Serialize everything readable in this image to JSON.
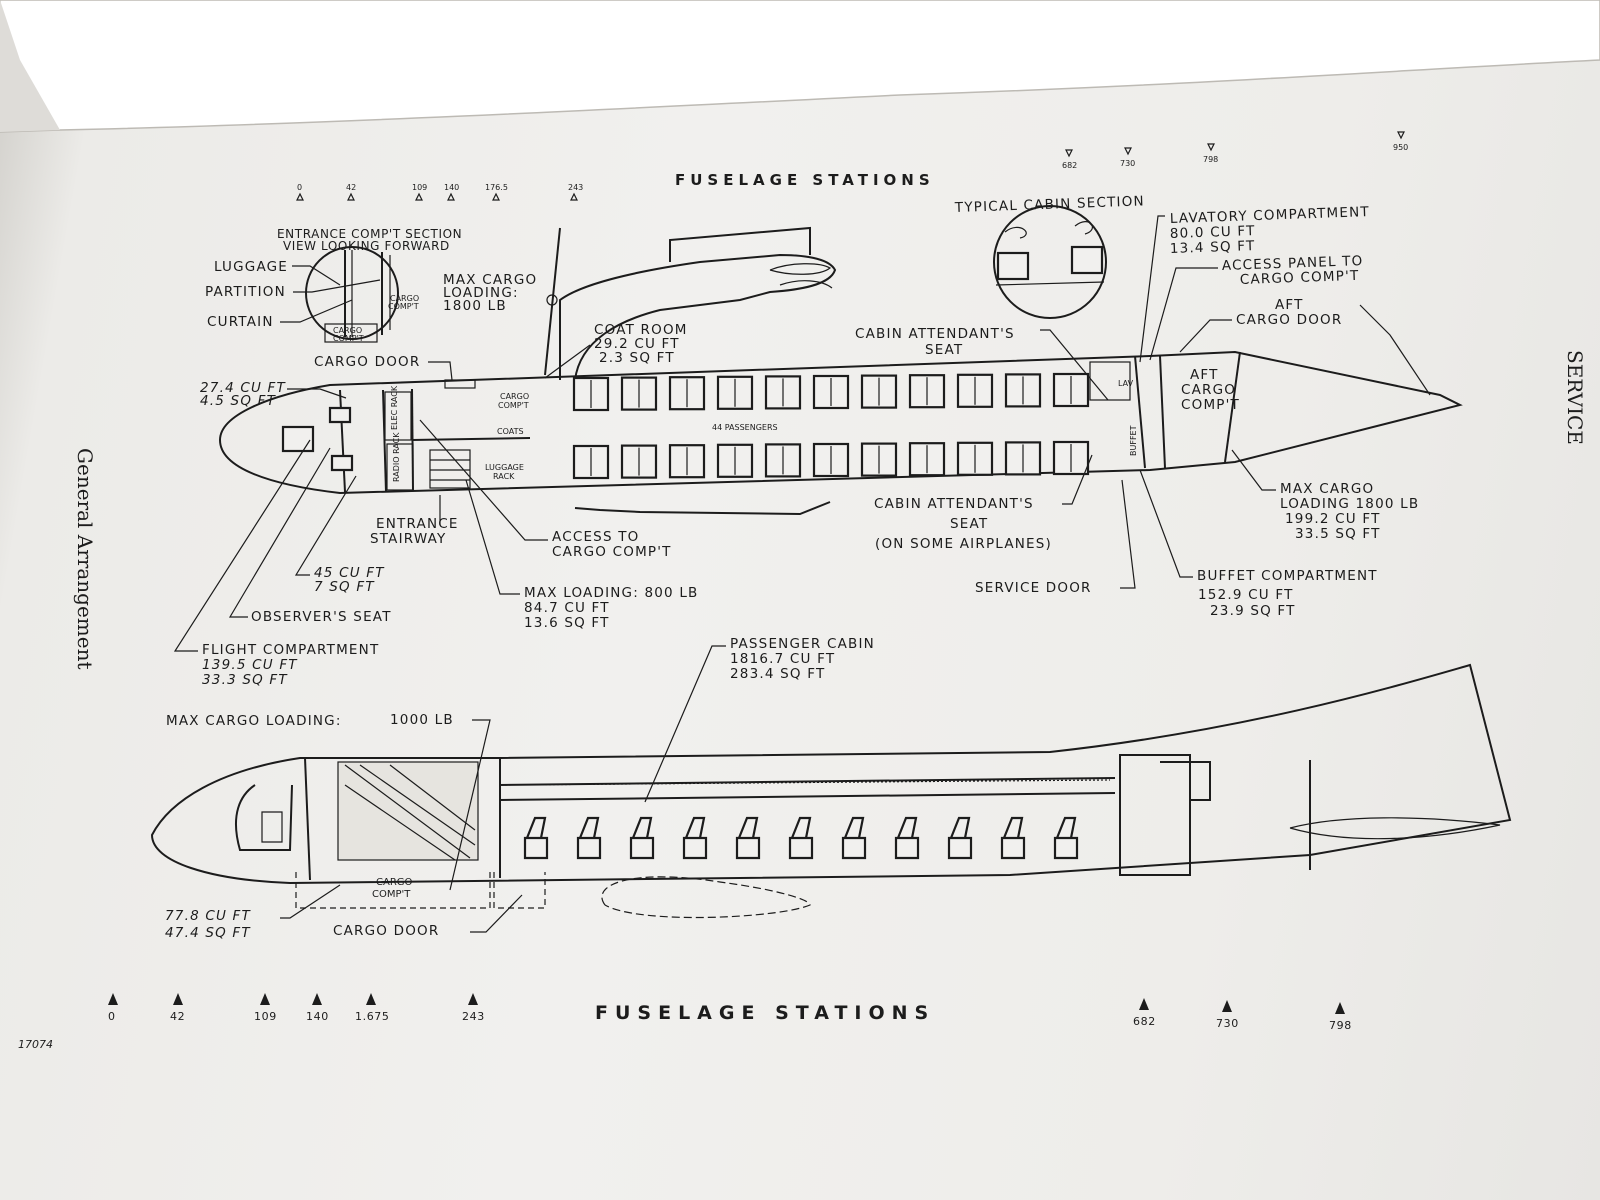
{
  "stations_top": {
    "heading": "FUSELAGE STATIONS",
    "marks": [
      "0",
      "42",
      "109",
      "140",
      "176.5",
      "243",
      "682",
      "730",
      "798",
      "950"
    ]
  },
  "stations_bottom": {
    "heading": "FUSELAGE STATIONS",
    "marks": [
      "0",
      "42",
      "109",
      "140",
      "1.675",
      "243",
      "682",
      "730",
      "798"
    ]
  },
  "side_title": "General Arrangement",
  "right_edge_text": "SERVICE",
  "figure_number": "17074",
  "entrance_section": {
    "title_1": "ENTRANCE COMP'T SECTION",
    "title_2": "VIEW LOOKING FORWARD",
    "luggage": "LUGGAGE",
    "partition": "PARTITION",
    "curtain": "CURTAIN",
    "cargo_comp_1": "CARGO",
    "cargo_comp_2": "COMP'T",
    "max_cargo_1": "MAX CARGO",
    "max_cargo_2": "LOADING:",
    "max_cargo_3": "1800 LB"
  },
  "typical_cabin_section": "TYPICAL CABIN SECTION",
  "lavatory": {
    "title": "LAVATORY COMPARTMENT",
    "cu": "80.0 CU FT",
    "sq": "13.4 SQ FT"
  },
  "access_panel": {
    "line1": "ACCESS PANEL TO",
    "line2": "CARGO COMP'T"
  },
  "aft_cargo_door": {
    "line1": "AFT",
    "line2": "CARGO DOOR"
  },
  "coat_room": {
    "title": "COAT ROOM",
    "cu": "29.2 CU FT",
    "sq": "2.3 SQ FT"
  },
  "cabin_attendant_top": {
    "line1": "CABIN ATTENDANT'S",
    "line2": "SEAT"
  },
  "cargo_door_top": "CARGO DOOR",
  "nose_comp": {
    "cu": "27.4 CU FT",
    "sq": "4.5 SQ FT"
  },
  "plan_labels": {
    "elec_rack": "ELEC RACK",
    "radio_rack": "RADIO RACK",
    "cargo_1": "CARGO",
    "cargo_2": "COMP'T",
    "coats": "COATS",
    "luggage_rack_1": "LUGGAGE",
    "luggage_rack_2": "RACK",
    "passengers": "44 PASSENGERS",
    "lav": "LAV",
    "buffet": "BUFFET",
    "aft_cargo_1": "AFT",
    "aft_cargo_2": "CARGO",
    "aft_cargo_3": "COMP'T"
  },
  "entrance_stairway": {
    "line1": "ENTRANCE",
    "line2": "STAIRWAY"
  },
  "access_to_cargo": {
    "line1": "ACCESS TO",
    "line2": "CARGO COMP'T"
  },
  "cabin_attendant_bottom": {
    "line1": "CABIN ATTENDANT'S",
    "line2": "SEAT",
    "line3": "(ON SOME AIRPLANES)"
  },
  "max_cargo_aft": {
    "line1": "MAX CARGO",
    "line2": "LOADING 1800 LB",
    "cu": "199.2 CU FT",
    "sq": "33.5 SQ FT"
  },
  "fwd_area": {
    "cu": "45 CU FT",
    "sq": "7 SQ FT"
  },
  "max_loading": {
    "title": "MAX LOADING: 800 LB",
    "cu": "84.7 CU FT",
    "sq": "13.6 SQ FT"
  },
  "service_door": "SERVICE DOOR",
  "buffet_compartment": {
    "title": "BUFFET COMPARTMENT",
    "cu": "152.9 CU FT",
    "sq": "23.9 SQ FT"
  },
  "observers_seat": "OBSERVER'S SEAT",
  "flight_compartment": {
    "title": "FLIGHT COMPARTMENT",
    "cu": "139.5 CU FT",
    "sq": "33.3 SQ FT"
  },
  "passenger_cabin": {
    "title": "PASSENGER CABIN",
    "cu": "1816.7 CU FT",
    "sq": "283.4 SQ FT"
  },
  "max_cargo_fwd": {
    "label": "MAX CARGO LOADING:",
    "value": "1000 LB"
  },
  "profile_labels": {
    "cargo_1": "CARGO",
    "cargo_2": "COMP'T"
  },
  "lower_cargo": {
    "cu": "77.8 CU FT",
    "sq": "47.4 SQ FT"
  },
  "cargo_door_bottom": "CARGO DOOR"
}
